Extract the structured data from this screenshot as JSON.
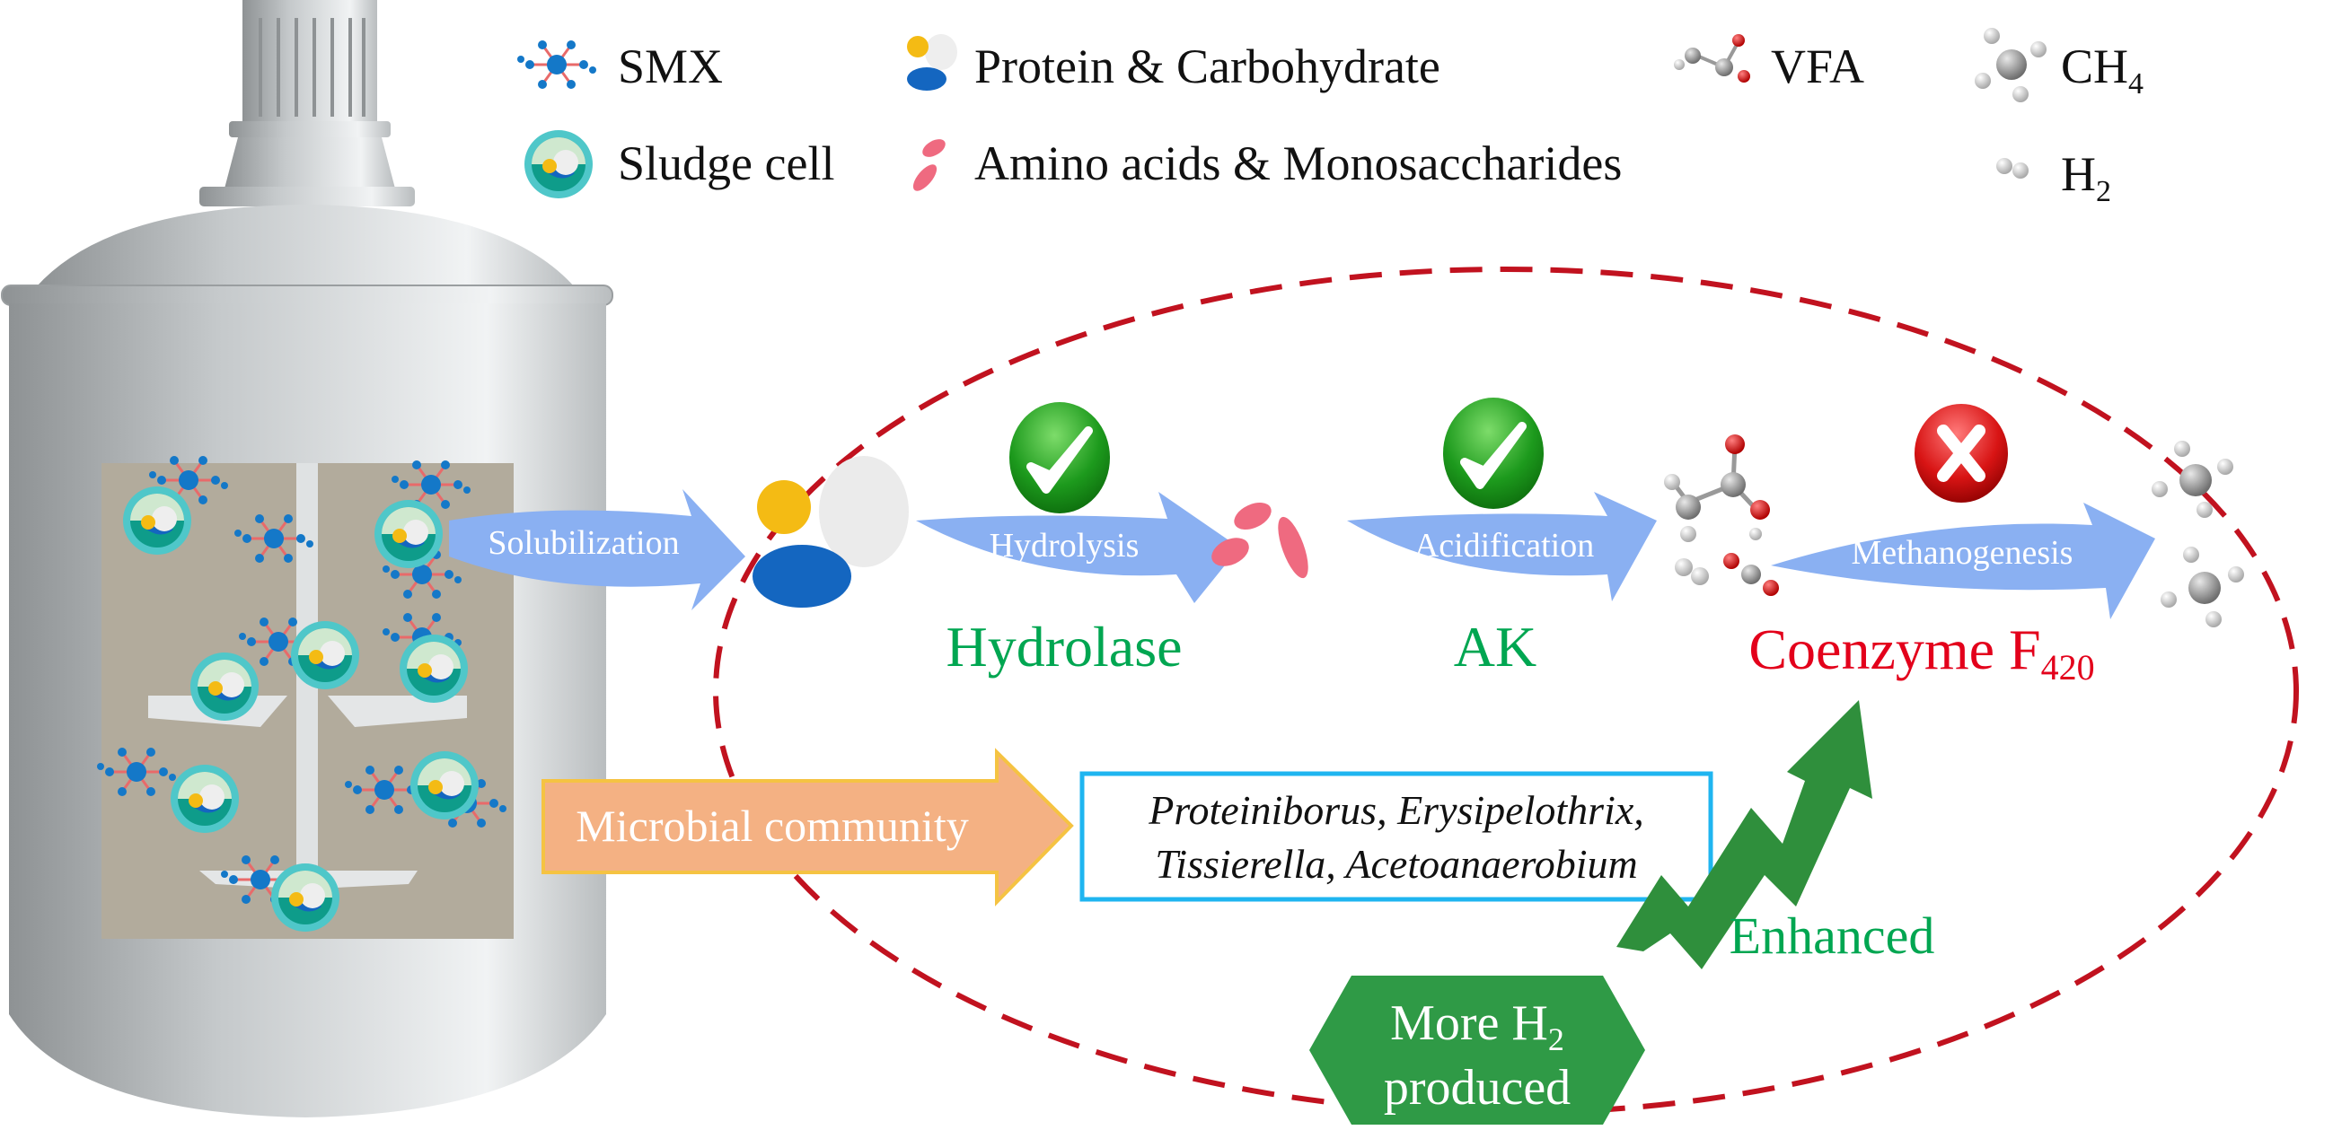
{
  "legend": {
    "smx": "SMX",
    "protein_carbohydrate": "Protein & Carbohydrate",
    "vfa": "VFA",
    "ch4": {
      "base": "CH",
      "sub": "4"
    },
    "sludge_cell": "Sludge cell",
    "amino_acids": "Amino acids & Monosaccharides",
    "h2": {
      "base": "H",
      "sub": "2"
    }
  },
  "process": {
    "solubilization": "Solubilization",
    "hydrolysis": "Hydrolysis",
    "acidification": "Acidification",
    "methanogenesis": "Methanogenesis"
  },
  "enzymes": {
    "hydrolase": "Hydrolase",
    "ak": "AK",
    "coenzyme": {
      "base": "Coenzyme F",
      "sub": "420"
    }
  },
  "status": {
    "hydrolysis": "check",
    "acidification": "check",
    "methanogenesis": "cross"
  },
  "microbial": {
    "label": "Microbial community",
    "genera_line1": "Proteiniborus, Erysipelothrix,",
    "genera_line2": "Tissierella, Acetoanaerobium"
  },
  "enhanced": "Enhanced",
  "outcome": {
    "line1_base": "More H",
    "line1_sub": "2",
    "line2": "produced"
  },
  "colors": {
    "arrow_blue": "#8ab0f2",
    "green": "#00a651",
    "red": "#e3001b",
    "dashed": "#c1121f",
    "orange": "#f4b183",
    "hexagon": "#2f9a46"
  }
}
